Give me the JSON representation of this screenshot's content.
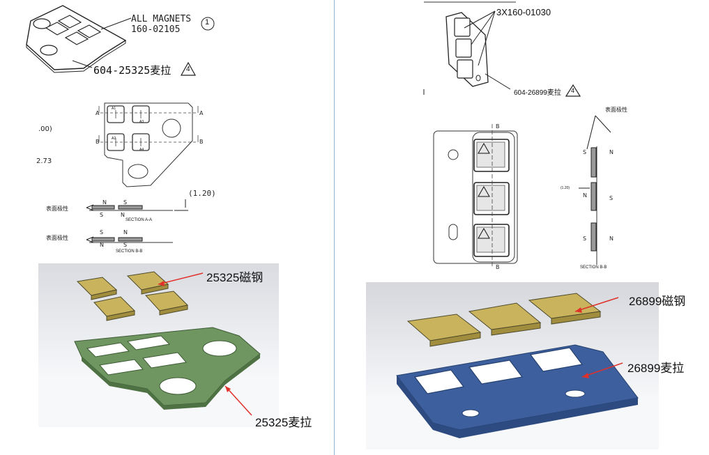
{
  "left": {
    "top_note": {
      "line1": "ALL MAGNETS",
      "line2": "160-02105",
      "circle_num": "1"
    },
    "callout_part": "604-25325麦拉",
    "callout_tri": "4",
    "dim_text": "(1.20)",
    "margin_text_1": ".00)",
    "margin_text_2": "2.73",
    "section_labels": [
      "A",
      "A",
      "B",
      "B"
    ],
    "magnet_tags": [
      "A1",
      "A3",
      "A2",
      "A4"
    ],
    "pole_label": "表面极性",
    "sectionA": {
      "top_left": "N",
      "top_right": "S",
      "bot_left": "S",
      "bot_right": "N",
      "caption": "SECTION A-A"
    },
    "sectionB": {
      "top_left": "S",
      "top_right": "N",
      "bot_left": "N",
      "bot_right": "S",
      "caption": "SECTION B-B"
    },
    "render_magnet_label": "25325磁钢",
    "render_mylar_label": "25325麦拉",
    "colors": {
      "magnet": "#c9b35c",
      "mylar": "#6f9660"
    }
  },
  "right": {
    "top_callout": "3X160-01030",
    "callout_part": "604-26899麦拉",
    "callout_tri": "4",
    "section_label": "B",
    "pole_label": "表面极性",
    "side_poles": [
      "S",
      "N",
      "N",
      "S",
      "S",
      "N"
    ],
    "dim_text": "(1.20)",
    "section_caption": "SECTION B-B",
    "render_magnet_label": "26899磁钢",
    "render_mylar_label": "26899麦拉",
    "colors": {
      "magnet": "#c9b35c",
      "mylar": "#3d5f9e"
    }
  }
}
